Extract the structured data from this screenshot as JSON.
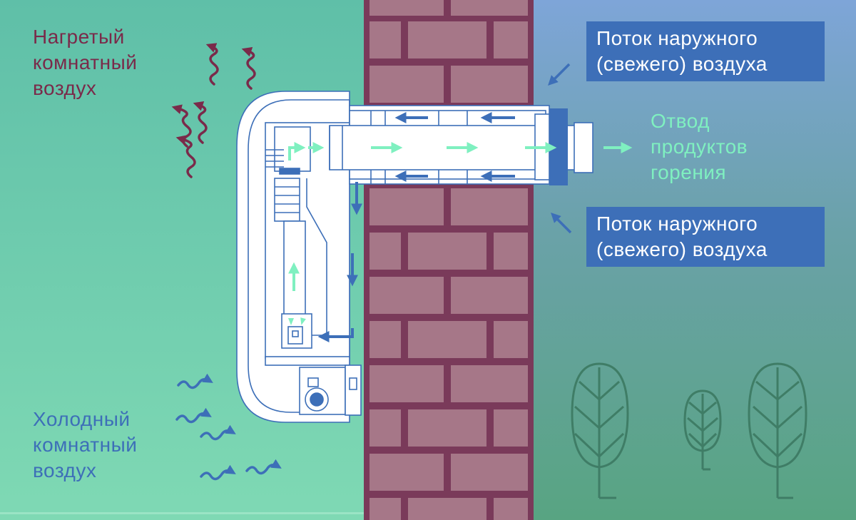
{
  "colors": {
    "room_bg_top": "#5fbfa8",
    "room_bg_bottom": "#7fd9b4",
    "outside_bg_top": "#7aa3d6",
    "outside_bg_bottom": "#5da587",
    "brick": "#a67788",
    "mortar": "#7a3a5a",
    "hot_air": "#7a2a4a",
    "cold_air": "#3d6fb8",
    "exhaust": "#7ff0c0",
    "fresh_air_box": "#3d6fb8",
    "tree": "#3f7d66"
  },
  "labels": {
    "hot_air": [
      "Нагретый",
      "комнатный",
      "воздух"
    ],
    "cold_air": [
      "Холодный",
      "комнатный",
      "воздух"
    ],
    "exhaust": [
      "Отвод",
      "продуктов",
      "горения"
    ],
    "fresh_air_top": [
      "Поток наружного",
      "(свежего) воздуха"
    ],
    "fresh_air_bottom": [
      "Поток наружного",
      "(свежего) воздуха"
    ]
  },
  "icons": {
    "heater": "convector-heater-icon",
    "trees": "tree-icon",
    "flame": "flame-icon"
  }
}
